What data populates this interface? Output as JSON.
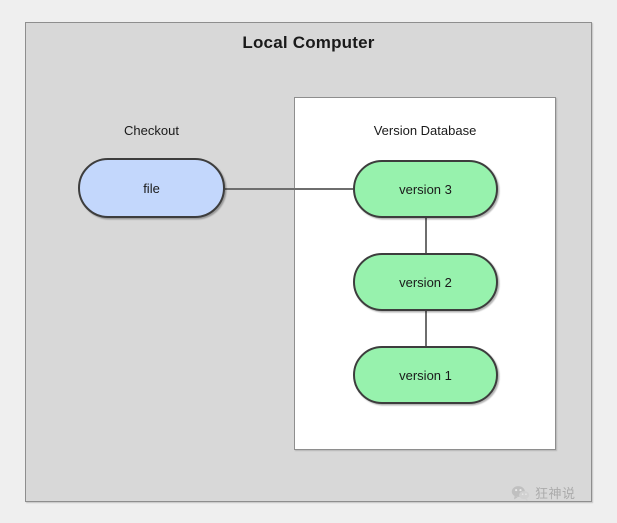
{
  "diagram": {
    "outer_panel": {
      "title": "Local Computer",
      "bg_color": "#d8d8d8",
      "border_color": "#8e8e8e"
    },
    "checkout": {
      "label": "Checkout",
      "node_label": "file",
      "node_color": "#c3d7fc"
    },
    "version_database": {
      "label": "Version Database",
      "bg_color": "#ffffff",
      "node_color": "#97f2ad",
      "versions": [
        {
          "label": "version 3"
        },
        {
          "label": "version 2"
        },
        {
          "label": "version 1"
        }
      ]
    },
    "edges": [
      {
        "from": "file",
        "to": "version 3"
      },
      {
        "from": "version 3",
        "to": "version 2"
      },
      {
        "from": "version 2",
        "to": "version 1"
      }
    ]
  },
  "watermark": {
    "icon": "wechat-icon",
    "text": "狂神说",
    "color": "#9a9a9a"
  }
}
